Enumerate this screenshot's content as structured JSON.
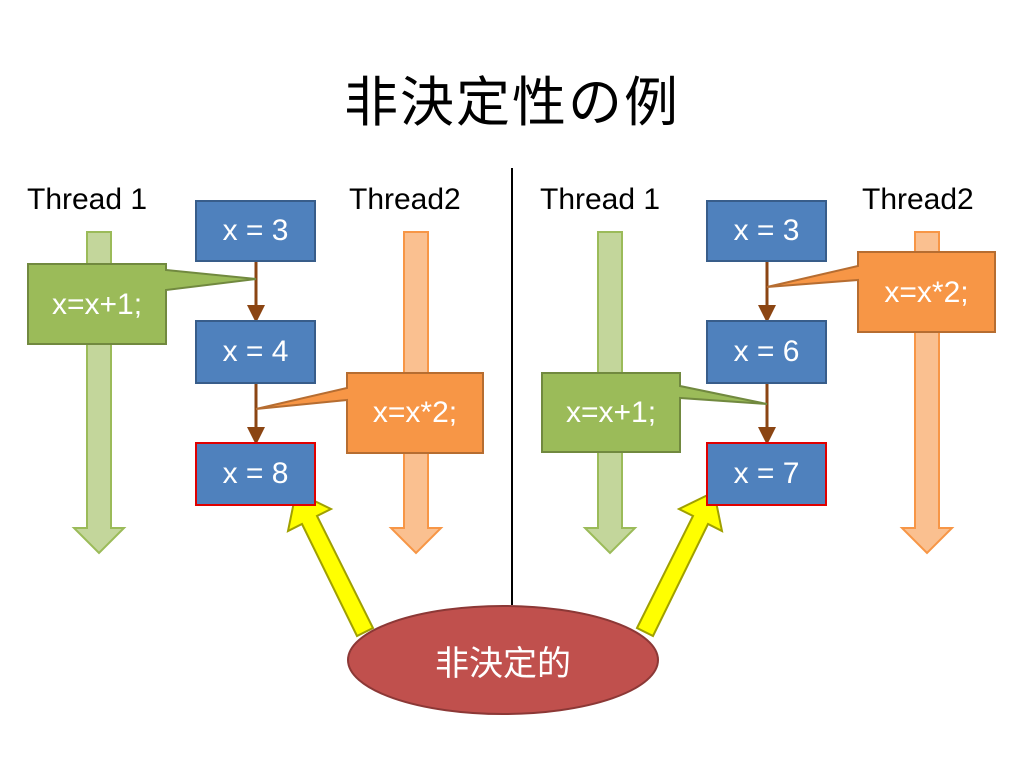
{
  "title": "非決定性の例",
  "left_panel": {
    "thread1_label": "Thread 1",
    "thread2_label": "Thread2",
    "values": [
      "x = 3",
      "x = 4",
      "x = 8"
    ],
    "op_thread1": "x=x+1;",
    "op_thread2": "x=x*2;"
  },
  "right_panel": {
    "thread1_label": "Thread 1",
    "thread2_label": "Thread2",
    "values": [
      "x = 3",
      "x = 6",
      "x = 7"
    ],
    "op_thread1": "x=x+1;",
    "op_thread2": "x=x*2;"
  },
  "conclusion": "非決定的",
  "colors": {
    "value_box": "#4f81bd",
    "result_border": "#e00000",
    "thread1": "#9bbb59",
    "thread2": "#f79646",
    "flow_arrow": "#8b4513",
    "highlight_arrow": "#ffff00",
    "conclusion_oval": "#c0504d"
  }
}
